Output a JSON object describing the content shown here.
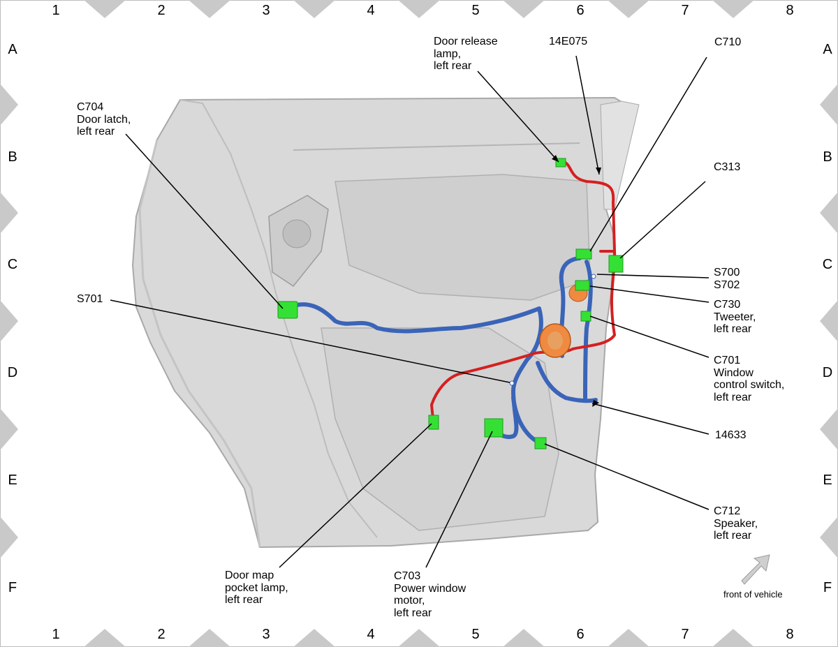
{
  "grid": {
    "columns": [
      "1",
      "2",
      "3",
      "4",
      "5",
      "6",
      "7",
      "8"
    ],
    "rows": [
      "A",
      "B",
      "C",
      "D",
      "E",
      "F"
    ]
  },
  "callouts": {
    "door_release_lamp": "Door release\nlamp,\nleft rear",
    "c14e075": "14E075",
    "c710": "C710",
    "c704": "C704\nDoor latch,\nleft rear",
    "c313": "C313",
    "s700_s702": "S700\nS702",
    "s701": "S701",
    "c730": "C730\nTweeter,\nleft rear",
    "c701": "C701\nWindow\ncontrol switch,\nleft rear",
    "h14633": "14633",
    "c712": "C712\nSpeaker,\nleft rear",
    "door_map_pocket_lamp": "Door map\npocket lamp,\nleft rear",
    "c703": "C703\nPower window\nmotor,\nleft rear"
  },
  "front_of_vehicle": "front of vehicle",
  "colors": {
    "panel_fill": "#d9d9d9",
    "panel_edge": "#a8a8a8",
    "harness_blue": "#3a64b8",
    "harness_red": "#d42020",
    "connector_green": "#35e035",
    "speaker_orange": "#f08a40",
    "arrow_gray": "#cfcfcf",
    "border_gray": "#bdbdbd"
  }
}
